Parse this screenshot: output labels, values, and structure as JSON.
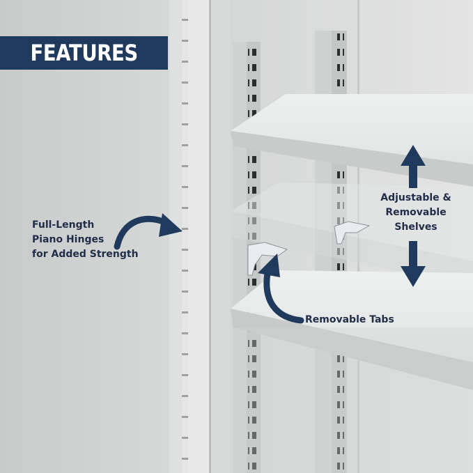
{
  "banner": {
    "title": "FEATURES"
  },
  "callouts": {
    "hinges": {
      "lines": [
        "Full-Length",
        "Piano Hinges",
        "for Added Strength"
      ]
    },
    "shelves": {
      "lines": [
        "Adjustable &",
        "Removable",
        "Shelves"
      ]
    },
    "tabs": {
      "label": "Removable Tabs"
    }
  },
  "colors": {
    "banner": "#1f3a5c",
    "arrow": "#1f3a5c",
    "label_text": "#1f2d48",
    "cabinet": "#d3d5d4"
  },
  "icons": [
    "curved-arrow-icon",
    "up-arrow-icon",
    "down-arrow-icon"
  ]
}
